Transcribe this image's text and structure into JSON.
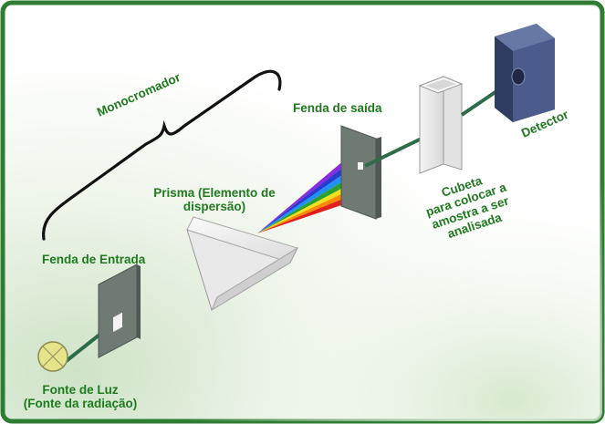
{
  "labels": {
    "monochromator": "Monocromador",
    "exit_slit": "Fenda de saída",
    "detector": "Detector",
    "prism_line1": "Prisma (Elemento de",
    "prism_line2": "dispersão)",
    "cuvette_line1": "Cubeta",
    "cuvette_line2": "para colocar a",
    "cuvette_line3": "amostra a ser",
    "cuvette_line4": "analisada",
    "entrance_slit": "Fenda de Entrada",
    "light_source_line1": "Fonte de Luz",
    "light_source_line2": "(Fonte da radiação)"
  },
  "colors": {
    "border": "#2e7d32",
    "label_text": "#1f7a1f",
    "beam": "#2e6b4a",
    "slit_panel": "#6f7a73",
    "detector_face": "#3f4f7a",
    "lamp": "#e6e48a"
  }
}
